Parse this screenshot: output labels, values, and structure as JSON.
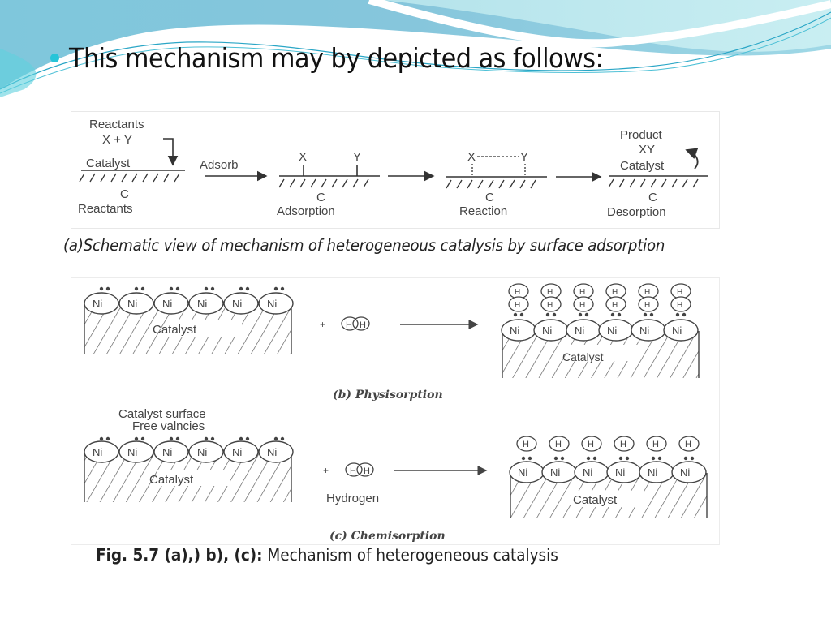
{
  "slide": {
    "title": "This mechanism may by depicted as follows:",
    "bullet_color": "#27c4d8"
  },
  "figure_a": {
    "caption": "(a)Schematic view of mechanism of heterogeneous catalysis by surface adsorption",
    "stages": [
      {
        "top_labels": [
          "Reactants",
          "X + Y",
          "Catalyst"
        ],
        "surface": "C",
        "bottom_label": "Reactants"
      },
      {
        "arrow_label": "Adsorb",
        "top_labels": [
          "X",
          "Y"
        ],
        "surface": "C",
        "bottom_label": "Adsorption"
      },
      {
        "top_labels": [
          "X",
          "Y"
        ],
        "surface": "C",
        "bottom_label": "Reaction"
      },
      {
        "top_labels": [
          "Product",
          "XY",
          "Catalyst"
        ],
        "surface": "C",
        "bottom_label": "Desorption"
      }
    ]
  },
  "figure_b": {
    "caption": "(b) Physisorption",
    "atom_label": "Ni",
    "atom_count": 6,
    "catalyst_label": "Catalyst",
    "plus": "+",
    "molecule_label": "H",
    "product_label": "H"
  },
  "figure_c": {
    "caption": "(c) Chemisorption",
    "surface_label_1": "Catalyst surface",
    "surface_label_2": "Free valncies",
    "atom_label": "Ni",
    "catalyst_label": "Catalyst",
    "plus": "+",
    "molecule_label": "H",
    "hydrogen_label": "Hydrogen",
    "product_label": "H"
  },
  "figure_caption": {
    "bold": "Fig. 5.7 (a),) b), (c):",
    "text": " Mechanism of heterogeneous catalysis"
  }
}
